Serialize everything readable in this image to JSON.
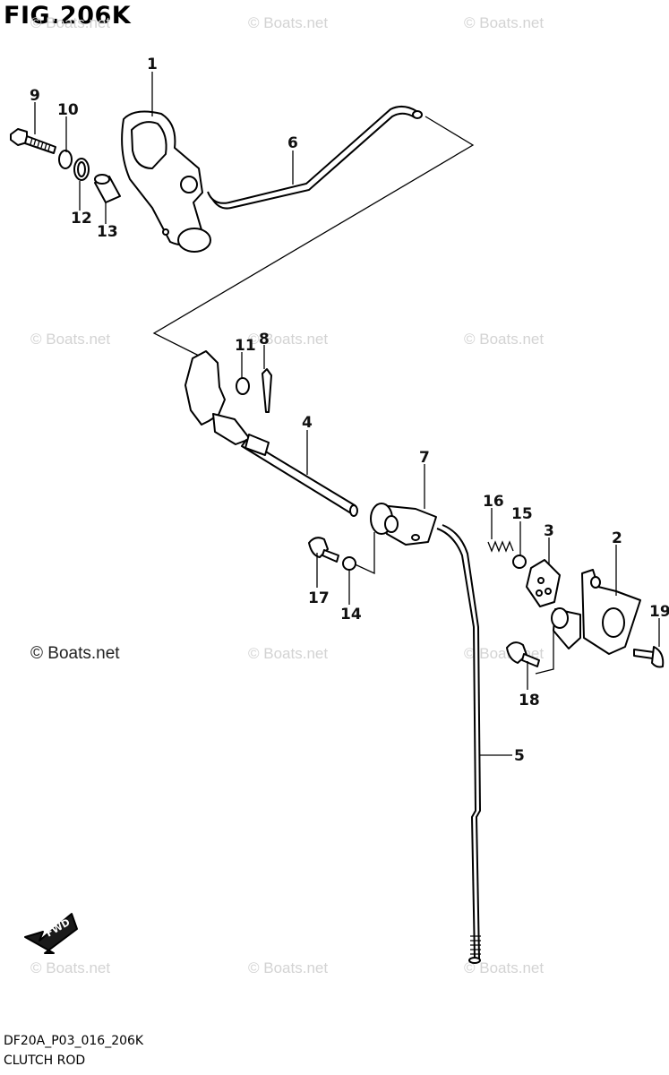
{
  "figure": {
    "title": "FIG.206K",
    "code": "DF20A_P03_016_206K",
    "subtitle": "CLUTCH ROD"
  },
  "watermark": {
    "faint": "© Boats.net",
    "prominent": "© Boats.net"
  },
  "fwd_label": "FWD",
  "callouts": [
    "1",
    "2",
    "3",
    "4",
    "5",
    "6",
    "7",
    "8",
    "9",
    "10",
    "11",
    "12",
    "13",
    "14",
    "15",
    "16",
    "17",
    "18",
    "19"
  ]
}
